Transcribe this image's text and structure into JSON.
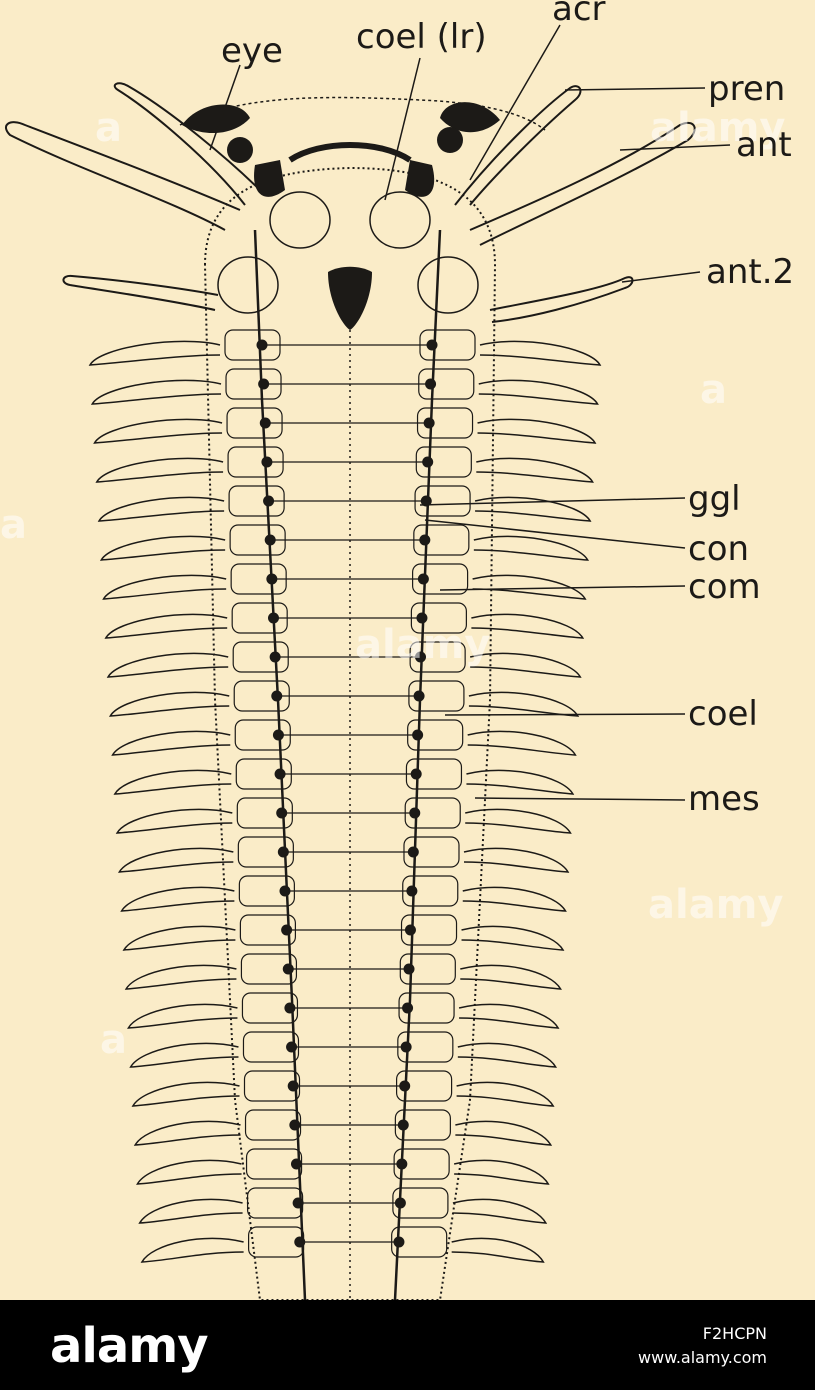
{
  "labels": {
    "eye": "eye",
    "coel_lr": "coel (lr)",
    "acr": "acr",
    "pren": "pren",
    "ant": "ant",
    "ant2": "ant.2",
    "ggl": "ggl",
    "con": "con",
    "com": "com",
    "coel": "coel",
    "mes": "mes"
  },
  "watermark": "alamy",
  "footer": {
    "logo": "alamy",
    "image_id": "F2HCPN",
    "url": "www.alamy.com"
  },
  "colors": {
    "paper": "#faecc8",
    "ink": "#1c1a17",
    "footer": "#000000"
  }
}
